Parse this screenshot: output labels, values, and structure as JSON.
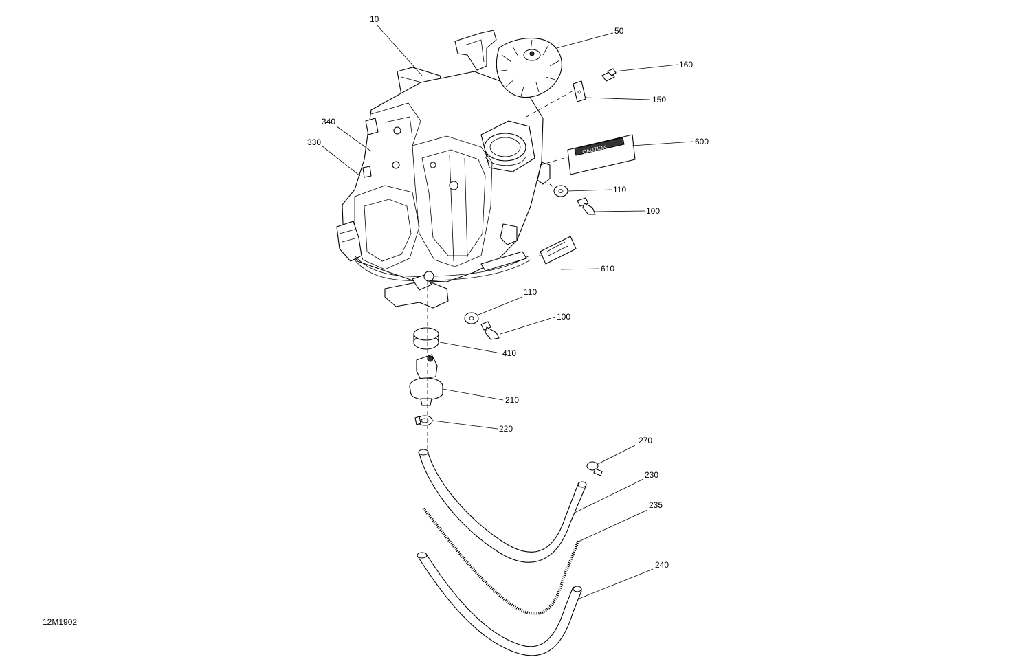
{
  "diagram": {
    "reference_code": "12M1902",
    "callouts": [
      {
        "id": "c10",
        "text": "10"
      },
      {
        "id": "c50",
        "text": "50"
      },
      {
        "id": "c160",
        "text": "160"
      },
      {
        "id": "c150",
        "text": "150"
      },
      {
        "id": "c600",
        "text": "600"
      },
      {
        "id": "c340",
        "text": "340"
      },
      {
        "id": "c330",
        "text": "330"
      },
      {
        "id": "c110a",
        "text": "110"
      },
      {
        "id": "c100a",
        "text": "100"
      },
      {
        "id": "c610",
        "text": "610"
      },
      {
        "id": "c110b",
        "text": "110"
      },
      {
        "id": "c100b",
        "text": "100"
      },
      {
        "id": "c410",
        "text": "410"
      },
      {
        "id": "c210",
        "text": "210"
      },
      {
        "id": "c220",
        "text": "220"
      },
      {
        "id": "c270",
        "text": "270"
      },
      {
        "id": "c230",
        "text": "230"
      },
      {
        "id": "c235",
        "text": "235"
      },
      {
        "id": "c240",
        "text": "240"
      }
    ],
    "decal_text": "CAUTION"
  }
}
